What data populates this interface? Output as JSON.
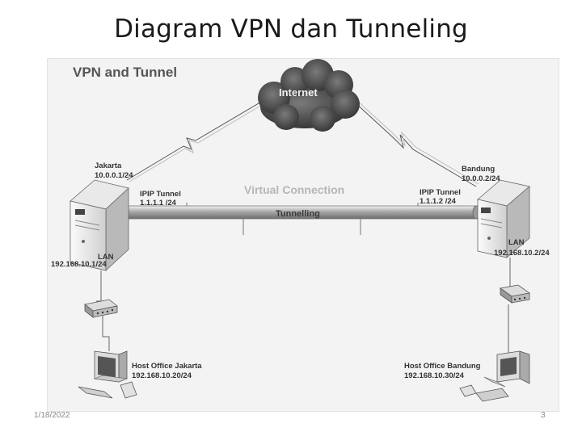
{
  "slide": {
    "title": "Diagram VPN dan Tunneling",
    "date": "1/18/2022",
    "page_number": "3"
  },
  "diagram": {
    "title": "VPN and Tunnel",
    "internet_label": "Internet",
    "virtual_connection_label": "Virtual Connection",
    "tunnel_label": "Tunnelling",
    "jakarta": {
      "name": "Jakarta",
      "ip": "10.0.0.1/24",
      "tunnel_label": "IPIP Tunnel",
      "tunnel_ip": "1.1.1.1 /24",
      "lan_label": "LAN",
      "lan_ip": "192.168.10.1/24",
      "host_label": "Host Office Jakarta",
      "host_ip": "192.168.10.20/24"
    },
    "bandung": {
      "name": "Bandung",
      "ip": "10.0.0.2/24",
      "tunnel_label": "IPIP Tunnel",
      "tunnel_ip": "1.1.1.2 /24",
      "lan_label": "LAN",
      "lan_ip": "192.168.10.2/24",
      "host_label": "Host Office Bandung",
      "host_ip": "192.168.10.30/24"
    }
  }
}
